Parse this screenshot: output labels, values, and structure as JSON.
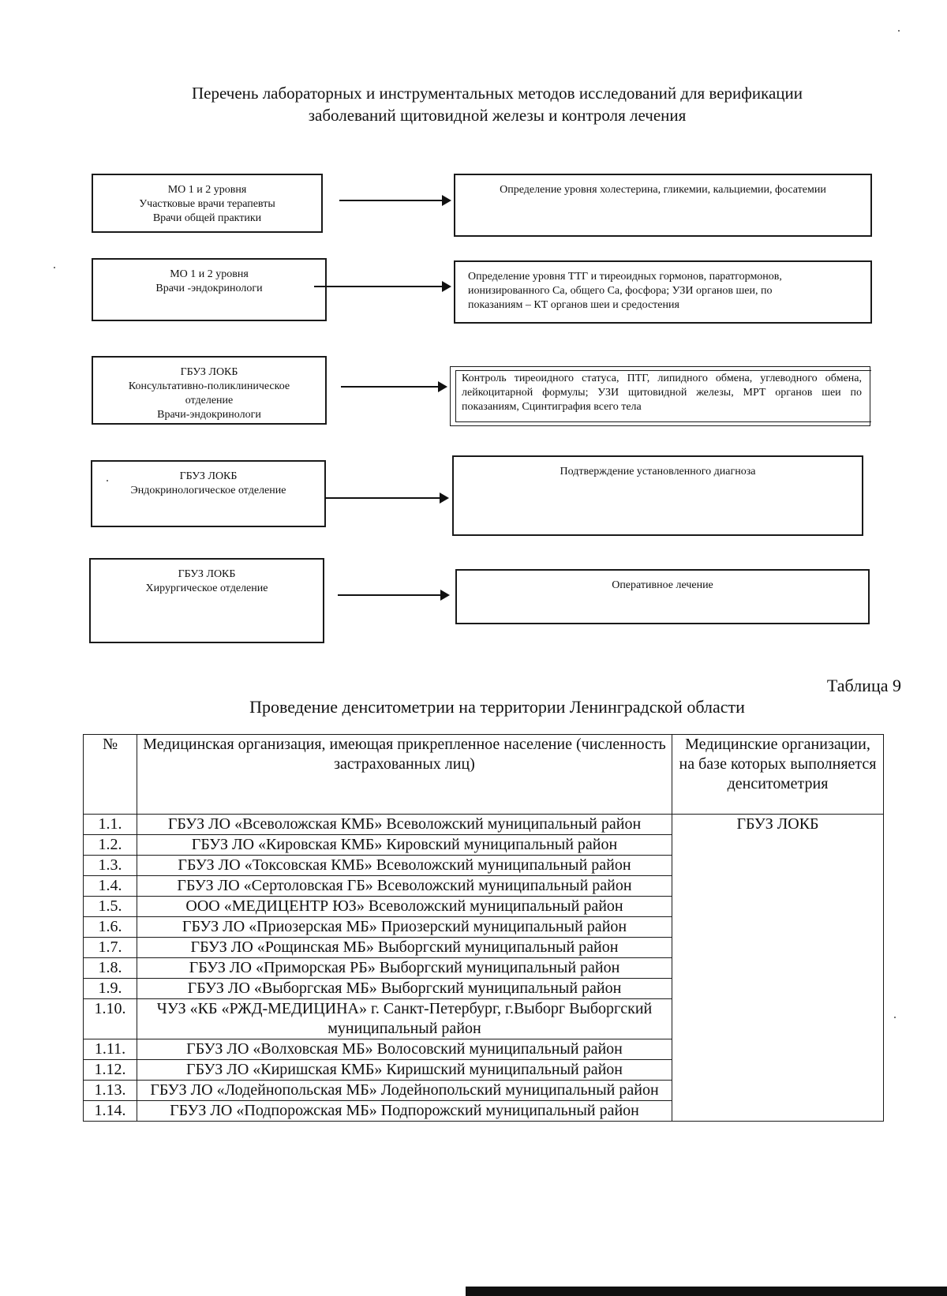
{
  "heading": {
    "line1": "Перечень лабораторных и инструментальных методов исследований для верификации",
    "line2": "заболеваний щитовидной железы и контроля лечения"
  },
  "flow": [
    {
      "source": [
        "МО 1 и 2 уровня",
        "Участковые врачи терапевты",
        "Врачи общей практики"
      ],
      "target": [
        "Определение уровня холестерина, гликемии, кальциемии, фосатемии"
      ]
    },
    {
      "source": [
        "МО 1 и 2 уровня",
        "Врачи -эндокринологи"
      ],
      "target": [
        "Определение уровня ТТГ и тиреоидных гормонов, паратгормонов,",
        "ионизированного Са, общего Са, фосфора; УЗИ органов шеи, по",
        "показаниям – КТ органов шеи и средостения"
      ]
    },
    {
      "source": [
        "ГБУЗ ЛОКБ",
        "Консультативно-поликлиническое",
        "отделение",
        "Врачи-эндокринологи"
      ],
      "target": [
        "Контроль тиреоидного статуса, ПТГ, липидного обмена, углеводного обмена, лейкоцитарной формулы; УЗИ щитовидной железы, МРТ органов шеи по показаниям, Сцинтиграфия всего тела"
      ]
    },
    {
      "source": [
        "ГБУЗ ЛОКБ",
        "Эндокринологическое отделение"
      ],
      "target": [
        "Подтверждение установленного диагноза"
      ]
    },
    {
      "source": [
        "ГБУЗ ЛОКБ",
        "Хирургическое отделение"
      ],
      "target": [
        "Оперативное лечение"
      ]
    }
  ],
  "table": {
    "caption": "Таблица 9",
    "title": "Проведение денситометрии на территории Ленинградской области",
    "headers": [
      "№",
      "Медицинская организация, имеющая прикрепленное население (численность застрахованных лиц)",
      "Медицинские организации, на базе которых выполняется денситометрия"
    ],
    "merged_value": "ГБУЗ ЛОКБ",
    "rows": [
      {
        "num": "1.1.",
        "org": "ГБУЗ ЛО «Всеволожская КМБ» Всеволожский муниципальный район"
      },
      {
        "num": "1.2.",
        "org": "ГБУЗ ЛО «Кировская КМБ» Кировский муниципальный район"
      },
      {
        "num": "1.3.",
        "org": "ГБУЗ ЛО «Токсовская КМБ» Всеволожский муниципальный район"
      },
      {
        "num": "1.4.",
        "org": "ГБУЗ ЛО «Сертоловская ГБ» Всеволожский муниципальный район"
      },
      {
        "num": "1.5.",
        "org": "ООО «МЕДИЦЕНТР ЮЗ» Всеволожский муниципальный район"
      },
      {
        "num": "1.6.",
        "org": "ГБУЗ ЛО «Приозерская МБ» Приозерский муниципальный район"
      },
      {
        "num": "1.7.",
        "org": "ГБУЗ ЛО «Рощинская МБ» Выборгский муниципальный район"
      },
      {
        "num": "1.8.",
        "org": "ГБУЗ ЛО «Приморская РБ» Выборгский муниципальный район"
      },
      {
        "num": "1.9.",
        "org": "ГБУЗ ЛО «Выборгская МБ» Выборгский муниципальный район"
      },
      {
        "num": "1.10.",
        "org": "ЧУЗ «КБ «РЖД-МЕДИЦИНА» г. Санкт-Петербург, г.Выборг Выборгский муниципальный район"
      },
      {
        "num": "1.11.",
        "org": "ГБУЗ ЛО «Волховская МБ» Волосовский муниципальный район"
      },
      {
        "num": "1.12.",
        "org": "ГБУЗ ЛО «Киришская КМБ» Киришский муниципальный район"
      },
      {
        "num": "1.13.",
        "org": "ГБУЗ ЛО «Лодейнопольская МБ» Лодейнопольский муниципальный район"
      },
      {
        "num": "1.14.",
        "org": "ГБУЗ ЛО «Подпорожская МБ» Подпорожский муниципальный район"
      }
    ]
  }
}
